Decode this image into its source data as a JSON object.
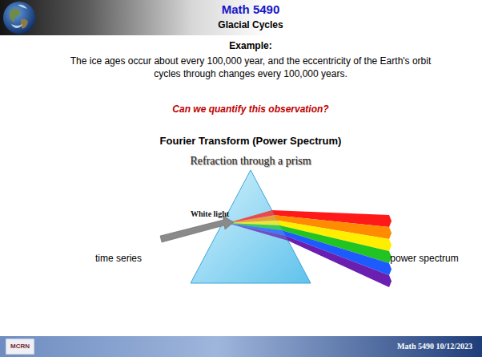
{
  "diagram": {
    "title": "Math 5490",
    "labels": [
      "Glacial Cycles",
      "Example:",
      "The ice ages occur about every 100,000 year, and the eccentricity of the Earth's orbit cycles through changes every 100,000 years.",
      "Can we quantify this observation?",
      "Fourier Transform (Power Spectrum)",
      "Refraction through a prism",
      "White light",
      "time series",
      "power spectrum",
      "MCRN",
      "Math 5490 10/12/2023"
    ]
  }
}
